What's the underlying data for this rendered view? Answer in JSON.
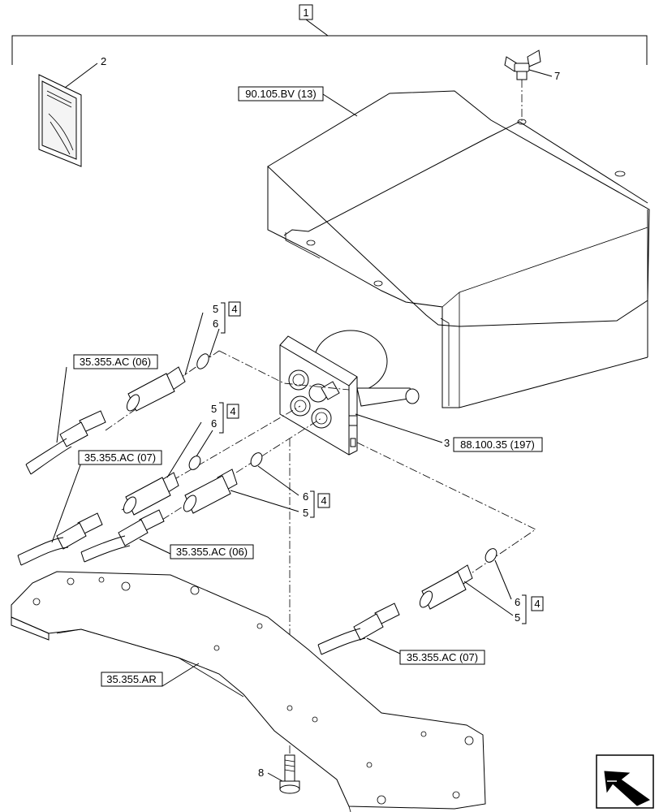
{
  "item_numbers": {
    "assembly": "1",
    "manual": "2",
    "coupler": "3",
    "o_ring_a": "5",
    "o_ring_b": "6",
    "kit": "4",
    "wing_nut": "7",
    "bolt": "8"
  },
  "references": {
    "cover": "90.105.BV (13)",
    "coupler": "88.100.35 (197)",
    "hose_top": "35.355.AC (06)",
    "hose_mid": "35.355.AC (07)",
    "hose_low": "35.355.AC (06)",
    "hose_right": "35.355.AC (07)",
    "frame": "35.355.AR"
  }
}
